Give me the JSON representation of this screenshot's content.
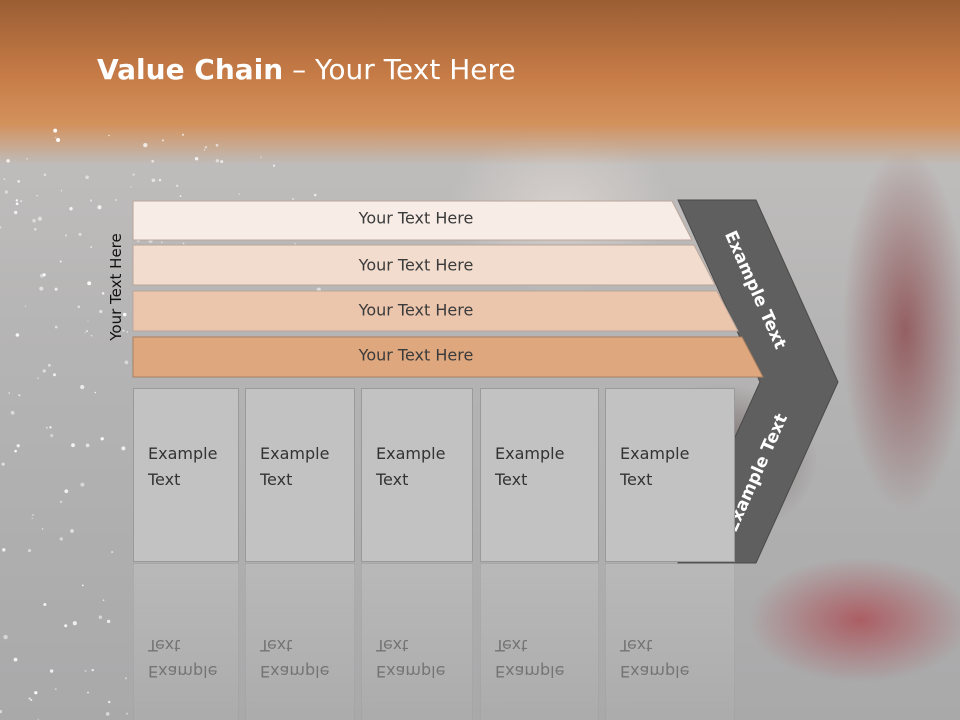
{
  "title": {
    "bold": "Value Chain",
    "rest": " – Your Text Here"
  },
  "side_label": "Your Text Here",
  "bars": [
    {
      "label": "Your Text Here",
      "color": "#f7ece6"
    },
    {
      "label": "Your Text Here",
      "color": "#f1dccd"
    },
    {
      "label": "Your Text Here",
      "color": "#ebc5ac"
    },
    {
      "label": "Your Text Here",
      "color": "#dea77e"
    }
  ],
  "boxes": [
    {
      "line1": "Example",
      "line2": "Text"
    },
    {
      "line1": "Example",
      "line2": "Text"
    },
    {
      "line1": "Example",
      "line2": "Text"
    },
    {
      "line1": "Example",
      "line2": "Text"
    },
    {
      "line1": "Example",
      "line2": "Text"
    }
  ],
  "chevron": {
    "upper_label": "Example Text",
    "lower_label": "Example Text",
    "color": "#5f5f5f"
  }
}
